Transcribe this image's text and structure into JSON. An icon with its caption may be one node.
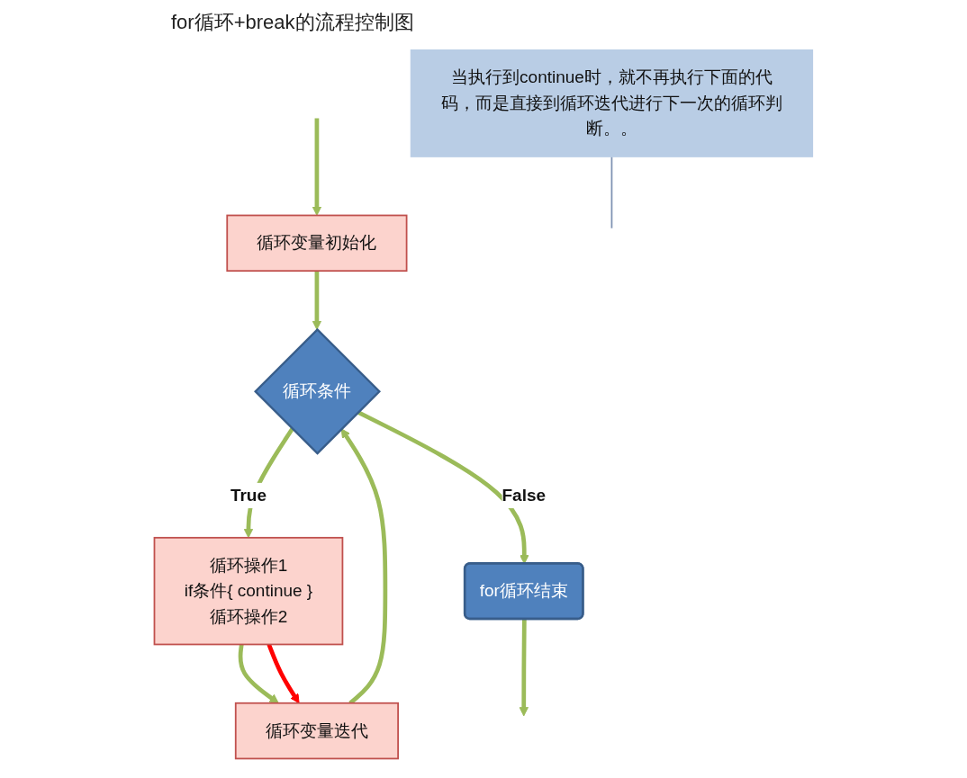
{
  "diagram": {
    "title": "for循环+break的流程控制图",
    "nodes": [
      {
        "text": [
          "循环变量初始化"
        ]
      },
      {
        "text": [
          "当执行到continue时，就不再执行下面的代码，而是直接到循环迭代进行下一次的循环判断。。"
        ]
      },
      {
        "text": [
          "循环条件"
        ]
      },
      {
        "text": [
          "循环变量迭代"
        ]
      },
      {
        "text": [
          "循环操作1",
          "if条件{ continue }",
          "循环操作2"
        ]
      },
      {
        "text": [
          "for循环结束"
        ]
      }
    ],
    "edges": [
      {
        "from": null,
        "to": 0,
        "arrow": "to"
      },
      {
        "from": 0,
        "to": 2,
        "arrow": "to"
      },
      {
        "from": 2,
        "to": 4,
        "arrow": "to",
        "label": "True"
      },
      {
        "from": 2,
        "to": 5,
        "arrow": "to",
        "label": "False"
      },
      {
        "from": 4,
        "to": 3,
        "arrow": "to"
      },
      {
        "from": 3,
        "to": 2,
        "arrow": "to"
      },
      {
        "from": 4,
        "to": 3,
        "arrow": "to",
        "color": "#ff0000"
      },
      {
        "from": 5,
        "to": null,
        "arrow": "to"
      },
      {
        "from": 1,
        "to": null,
        "arrow": "none",
        "color": "#7f93b3"
      }
    ]
  }
}
